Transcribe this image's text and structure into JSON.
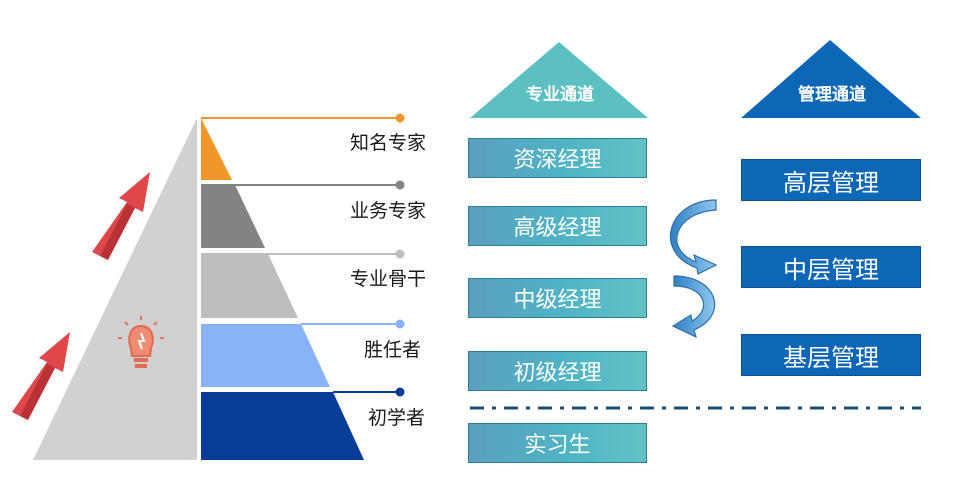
{
  "pyramid": {
    "levels": [
      {
        "label": "知名专家",
        "color": "#f0962a",
        "dot": "#f0962a"
      },
      {
        "label": "业务专家",
        "color": "#838383",
        "dot": "#838383"
      },
      {
        "label": "专业骨干",
        "color": "#bebebe",
        "dot": "#bebebe"
      },
      {
        "label": "胜任者",
        "color": "#8ab3f7",
        "dot": "#8ab3f7"
      },
      {
        "label": "初学者",
        "color": "#083c98",
        "dot": "#083c98"
      }
    ]
  },
  "professional_track": {
    "title": "专业通道",
    "boxes": [
      "资深经理",
      "高级经理",
      "中级经理",
      "初级经理",
      "实习生"
    ]
  },
  "management_track": {
    "title": "管理通道",
    "boxes": [
      "高层管理",
      "中层管理",
      "基层管理"
    ]
  },
  "colors": {
    "pro_header": "#5cbfc2",
    "mgr_header": "#0d67b6",
    "arrow_red": "#e0474a",
    "divider": "#1a4e78"
  }
}
